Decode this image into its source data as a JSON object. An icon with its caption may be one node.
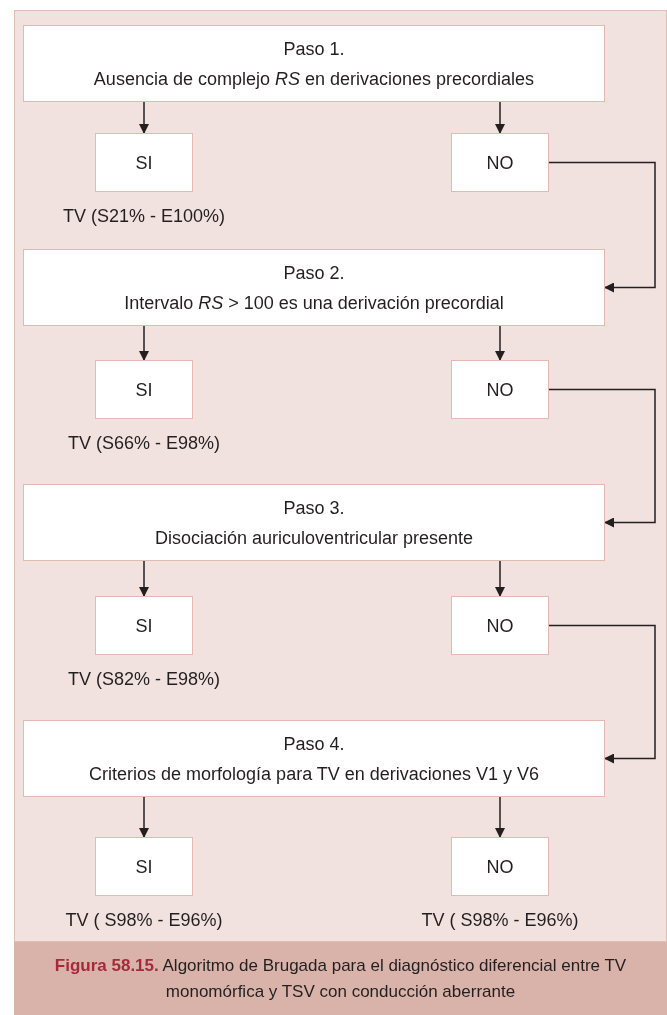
{
  "diagram": {
    "caption": "**Figura 58.15.** Algoritmo de Brugada para el diagnóstico diferencial entre TV monomórfica y TSV con conducción aberrante",
    "nodes": [
      {
        "text": [
          "Paso 1.",
          "Ausencia de complejo *RS* en derivaciones precordiales"
        ]
      },
      {
        "text": [
          "SI"
        ],
        "beside": [
          "TV (S21% - E100%)"
        ]
      },
      {
        "text": [
          "NO"
        ]
      },
      {
        "text": [
          "Paso 2.",
          "Intervalo *RS* > 100 es una derivación precordial"
        ]
      },
      {
        "text": [
          "SI"
        ],
        "beside": [
          "TV (S66% - E98%)"
        ]
      },
      {
        "text": [
          "NO"
        ]
      },
      {
        "text": [
          "Paso 3.",
          "Disociación auriculoventricular presente"
        ]
      },
      {
        "text": [
          "SI"
        ],
        "beside": [
          "TV (S82% - E98%)"
        ]
      },
      {
        "text": [
          "NO"
        ]
      },
      {
        "text": [
          "Paso 4.",
          "Criterios de morfología para TV en derivaciones V1 y V6"
        ]
      },
      {
        "text": [
          "SI"
        ],
        "beside": [
          "TV ( S98% - E96%)"
        ]
      },
      {
        "text": [
          "NO"
        ],
        "beside": [
          "TV ( S98% - E96%)"
        ]
      }
    ],
    "edges": [
      {
        "from": 0,
        "to": 1,
        "arrow": "to"
      },
      {
        "from": 0,
        "to": 2,
        "arrow": "to"
      },
      {
        "from": 2,
        "to": 3,
        "arrow": "to"
      },
      {
        "from": 3,
        "to": 4,
        "arrow": "to"
      },
      {
        "from": 3,
        "to": 5,
        "arrow": "to"
      },
      {
        "from": 5,
        "to": 6,
        "arrow": "to"
      },
      {
        "from": 6,
        "to": 7,
        "arrow": "to"
      },
      {
        "from": 6,
        "to": 8,
        "arrow": "to"
      },
      {
        "from": 8,
        "to": 9,
        "arrow": "to"
      },
      {
        "from": 9,
        "to": 10,
        "arrow": "to"
      },
      {
        "from": 9,
        "to": 11,
        "arrow": "to"
      }
    ]
  }
}
